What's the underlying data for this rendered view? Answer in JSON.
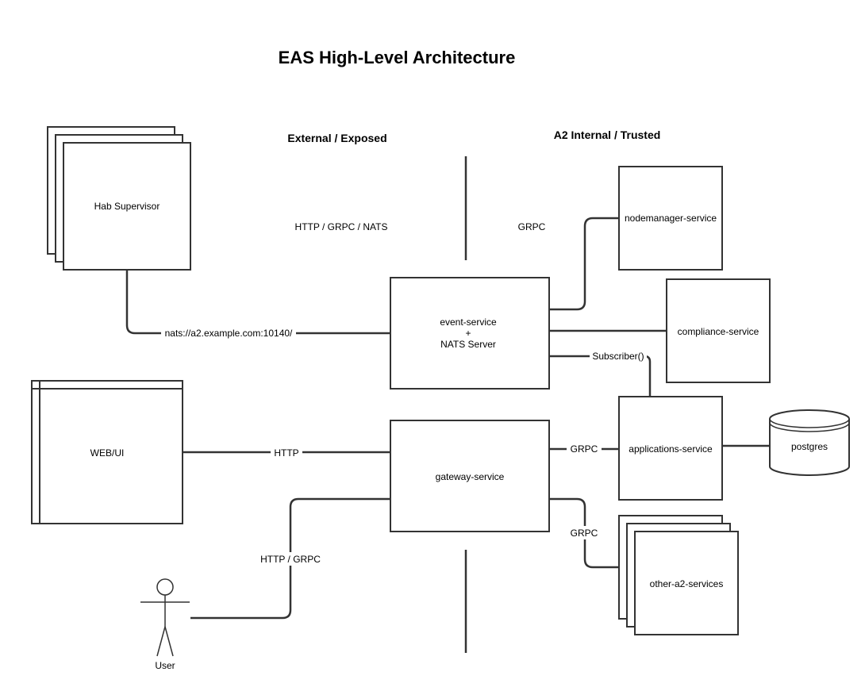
{
  "title": "EAS High-Level Architecture",
  "zones": {
    "external": "External / Exposed",
    "internal": "A2 Internal / Trusted"
  },
  "protocol_notes": {
    "external": "HTTP / GRPC / NATS",
    "internal": "GRPC"
  },
  "nodes": {
    "hab_supervisor": "Hab Supervisor",
    "web_ui": "WEB/UI",
    "event_service_line1": "event-service",
    "event_service_line2": "+",
    "event_service_line3": "NATS Server",
    "gateway_service": "gateway-service",
    "nodemanager_service": "nodemanager-service",
    "compliance_service": "compliance-service",
    "applications_service": "applications-service",
    "postgres": "postgres",
    "other_a2_services": "other-a2-services",
    "user": "User"
  },
  "edges": {
    "hab_to_event": "nats://a2.example.com:10140/",
    "webui_to_gateway": "HTTP",
    "user_to_gateway": "HTTP / GRPC",
    "event_to_applications": "Subscriber()",
    "gateway_to_applications": "GRPC",
    "gateway_to_other": "GRPC"
  },
  "colors": {
    "stroke": "#333333",
    "background": "#ffffff",
    "text": "#000000"
  }
}
